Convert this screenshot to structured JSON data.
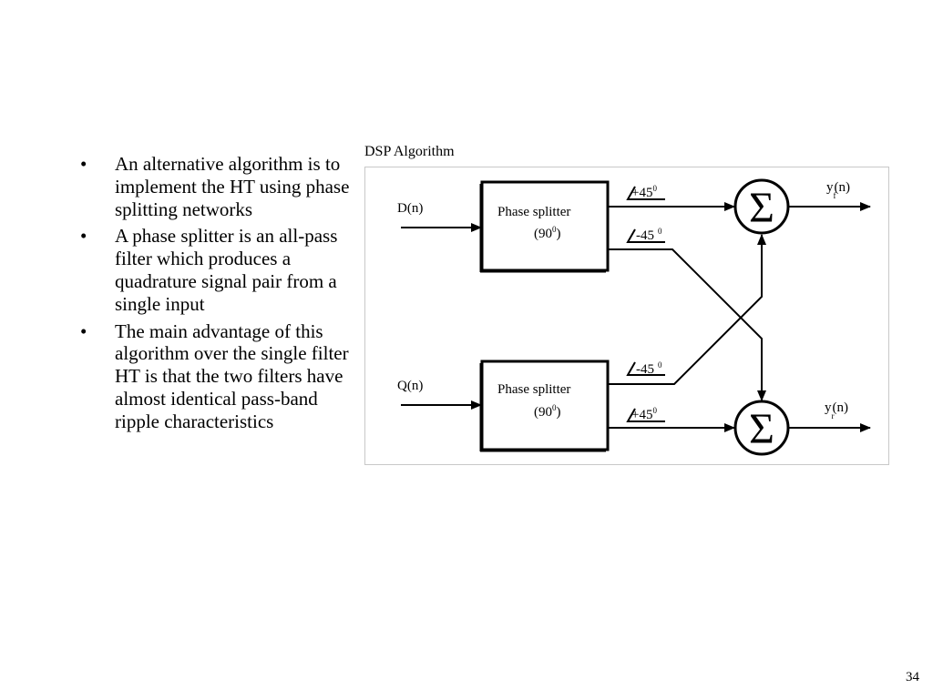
{
  "bullets": [
    {
      "symbol": "•",
      "text": "An alternative algorithm is to implement the HT using phase splitting networks"
    },
    {
      "symbol": "•",
      "text": "A  phase splitter is an all-pass filter which produces a quadrature signal pair from a single input"
    },
    {
      "symbol": "•",
      "text": "The main advantage of this algorithm over the single filter HT is that the two filters have almost identical pass-band ripple characteristics"
    }
  ],
  "diagram": {
    "title": "DSP Algorithm",
    "input_top": "D(n)",
    "input_bottom": "Q(n)",
    "splitter_top": {
      "line1": "Phase splitter",
      "line2_prefix": "(90",
      "line2_sup": "0",
      "line2_suffix": ")"
    },
    "splitter_bottom": {
      "line1": "Phase splitter",
      "line2_prefix": "(90",
      "line2_sup": "0",
      "line2_suffix": ")"
    },
    "top_plus": {
      "value": "+45",
      "sup": "0"
    },
    "top_minus": {
      "value": "-45",
      "sup": "0"
    },
    "bottom_minus": {
      "value": "-45",
      "sup": "0"
    },
    "bottom_plus": {
      "value": "+45",
      "sup": "0"
    },
    "sum_symbol": "Σ",
    "output_top": {
      "main": "y",
      "sub": "f",
      "arg": "(n)"
    },
    "output_bottom": {
      "main": "y",
      "sub": "r",
      "arg": "(n)"
    }
  },
  "page_number": "34"
}
